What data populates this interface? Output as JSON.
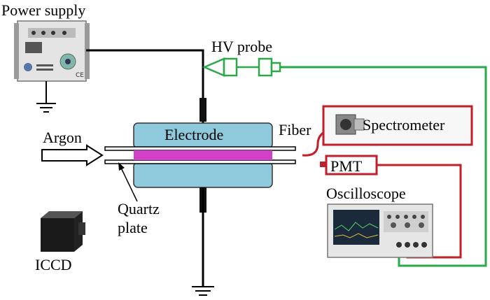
{
  "labels": {
    "power_supply": "Power supply",
    "hv_probe": "HV probe",
    "electrode": "Electrode",
    "fiber": "Fiber",
    "spectrometer": "Spectrometer",
    "argon": "Argon",
    "pmt": "PMT",
    "oscilloscope": "Oscilloscope",
    "quartz_line1": "Quartz",
    "quartz_line2": "plate",
    "iccd": "ICCD"
  },
  "colors": {
    "electrode_fill": "#8ec9dc",
    "plasma": "#d43fc8",
    "hv_probe_line": "#2aa84a",
    "signal_line": "#c0202a",
    "wire": "#000000"
  }
}
